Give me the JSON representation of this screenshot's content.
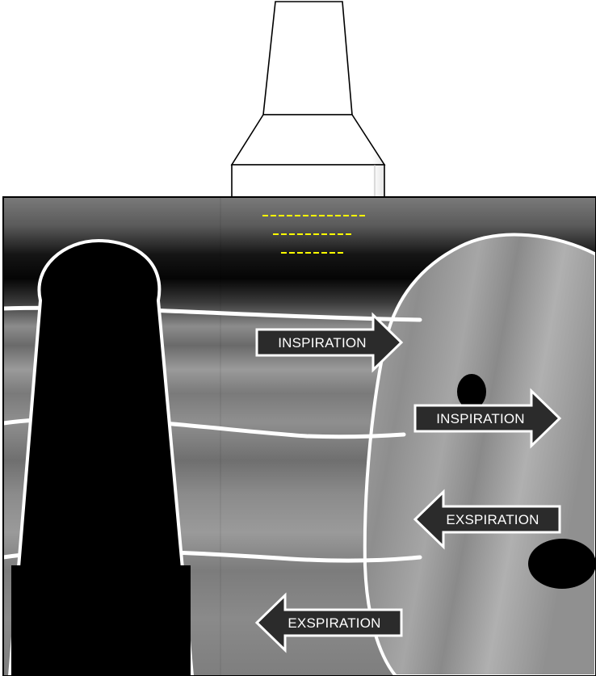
{
  "labels": {
    "arrow_1": "INSPIRATION",
    "arrow_2": "INSPIRATION",
    "arrow_3": "EXSPIRATION",
    "arrow_4": "EXSPIRATION"
  },
  "arrows": [
    {
      "id": "arrow_1",
      "direction": "right"
    },
    {
      "id": "arrow_2",
      "direction": "right"
    },
    {
      "id": "arrow_3",
      "direction": "left"
    },
    {
      "id": "arrow_4",
      "direction": "left"
    }
  ],
  "colors": {
    "tissue_dark": "#111111",
    "tissue_gray": "#8a8a8a",
    "interface_line": "#ffffff",
    "structure_black": "#000000",
    "artifact_yellow": "#ffff00",
    "arrow_fill": "#2b2b2b",
    "arrow_stroke": "#ffffff"
  }
}
